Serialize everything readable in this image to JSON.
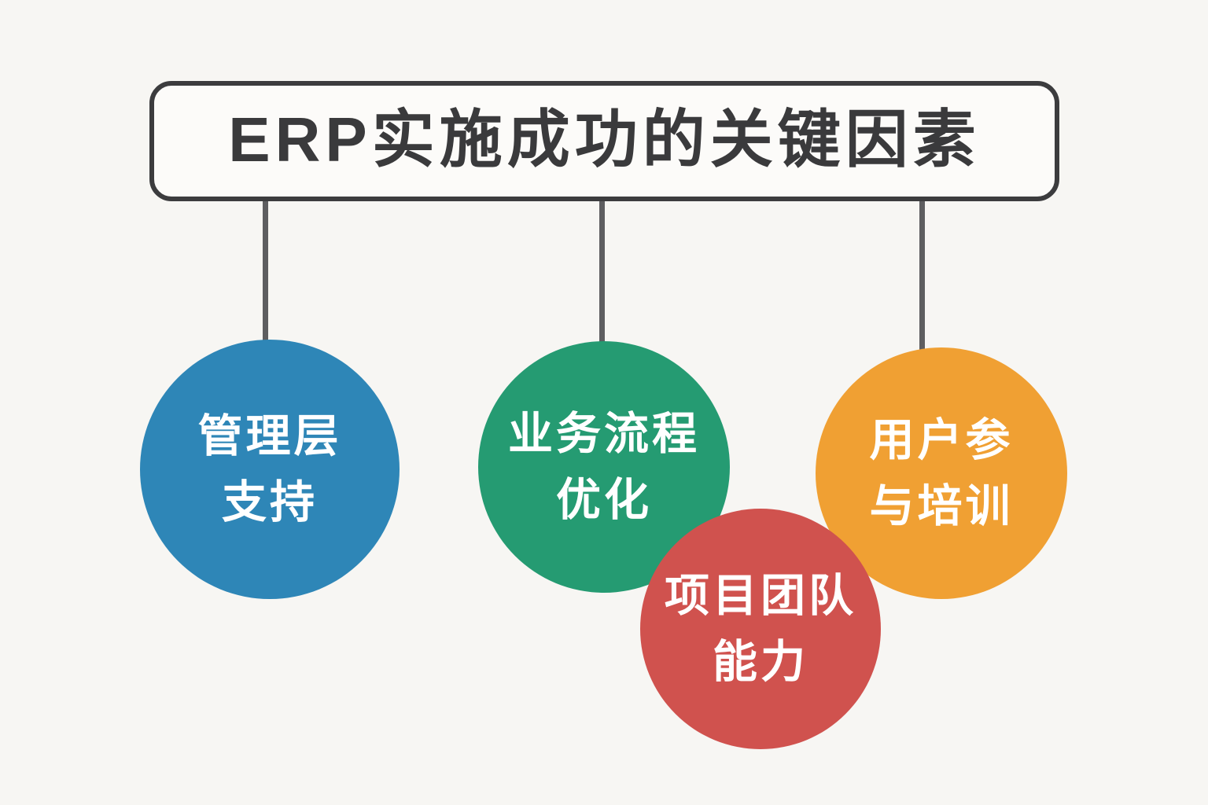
{
  "page": {
    "background_color": "#F7F6F3"
  },
  "title": {
    "text": "ERP实施成功的关键因素",
    "text_color": "#3A3A3C",
    "border_color": "#3C3C3E",
    "box_fill_color": "#FCFBF9"
  },
  "connectors": {
    "color": "#5E5E60",
    "count": 3
  },
  "circles": [
    {
      "name": "management-support",
      "line1": "管理层",
      "line2": "支持",
      "full_text": "管理层支持",
      "color": "#2E86B7",
      "text_color": "#FFFFFF"
    },
    {
      "name": "business-process-optimization",
      "line1": "业务流程",
      "line2": "优化",
      "full_text": "业务流程优化",
      "color": "#259B72",
      "text_color": "#FFFFFF"
    },
    {
      "name": "user-participation-training",
      "line1": "用户参",
      "line2": "与培训",
      "full_text": "用户参与培训",
      "color": "#F0A033",
      "text_color": "#FFFFFF"
    },
    {
      "name": "project-team-capability",
      "line1": "项目团队",
      "line2": "能力",
      "full_text": "项目团队能力",
      "color": "#D0524E",
      "text_color": "#FFFFFF"
    }
  ]
}
